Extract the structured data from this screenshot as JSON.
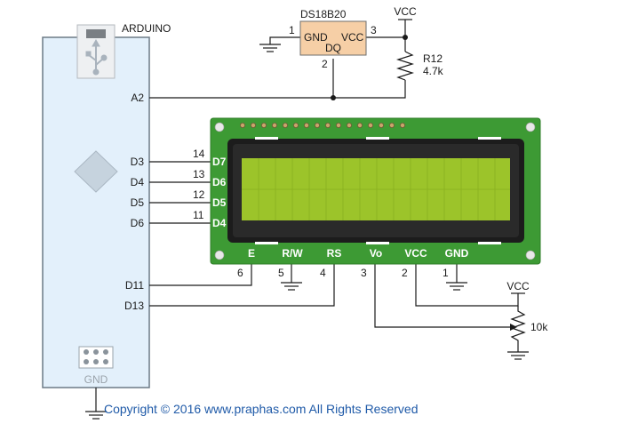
{
  "arduino": {
    "title": "ARDUINO",
    "gnd_label": "GND",
    "pins": [
      "A2",
      "D3",
      "D4",
      "D5",
      "D6",
      "D11",
      "D13"
    ]
  },
  "sensor": {
    "name": "DS18B20",
    "pin_gnd": "GND",
    "pin_vcc": "VCC",
    "pin_dq": "DQ",
    "num_gnd": "1",
    "num_vcc": "3",
    "num_dq": "2"
  },
  "resistor": {
    "name": "R12",
    "value": "4.7k"
  },
  "vcc_label": "VCC",
  "lcd": {
    "side_pins": [
      "D7",
      "D6",
      "D5",
      "D4"
    ],
    "side_nums": [
      "14",
      "13",
      "12",
      "11"
    ],
    "bottom_pins": [
      "E",
      "R/W",
      "RS",
      "Vo",
      "VCC",
      "GND"
    ],
    "bottom_nums": [
      "6",
      "5",
      "4",
      "3",
      "2",
      "1"
    ]
  },
  "pot": {
    "value": "10k"
  },
  "copyright": "Copyright © 2016 www.praphas.com  All Rights Reserved",
  "colors": {
    "board": "#e3f0fb",
    "pcb": "#3d9a34",
    "lcd_screen": "#9cc42a",
    "sensor_body": "#f6cfa6",
    "copyright": "#1f5aa8"
  }
}
